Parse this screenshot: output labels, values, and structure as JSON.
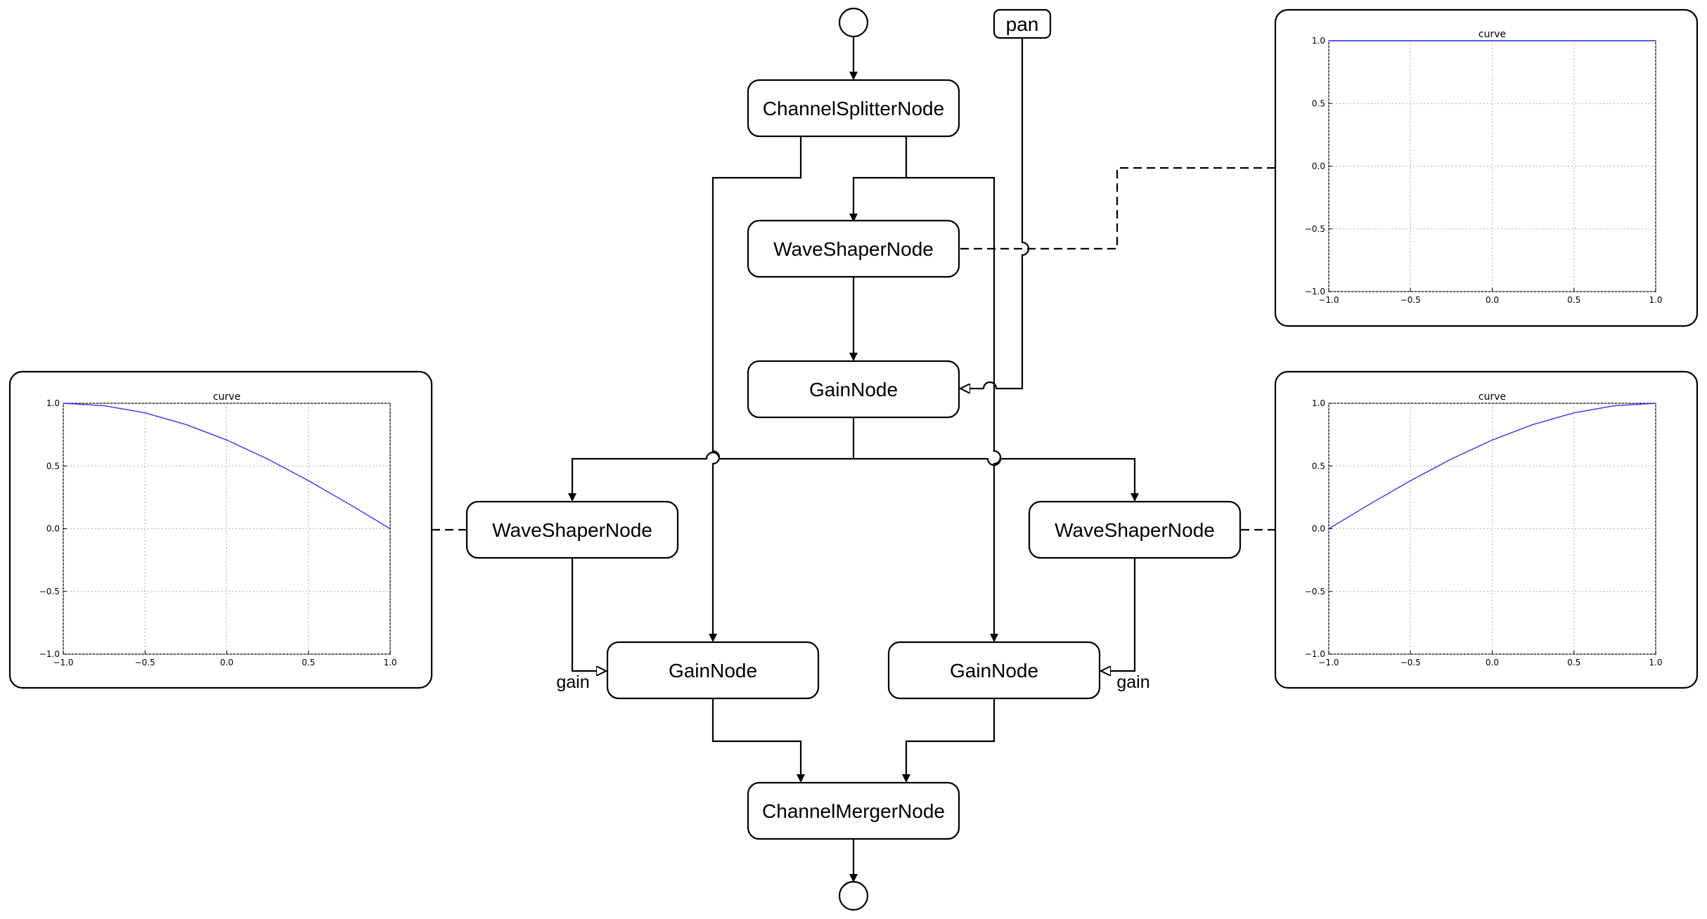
{
  "diagram": {
    "nodes": {
      "splitter": "ChannelSplitterNode",
      "shaper_top": "WaveShaperNode",
      "gain_top": "GainNode",
      "shaper_left": "WaveShaperNode",
      "shaper_right": "WaveShaperNode",
      "gain_left": "GainNode",
      "gain_right": "GainNode",
      "merger": "ChannelMergerNode",
      "pan": "pan"
    },
    "edge_labels": {
      "gain_left": "gain",
      "gain_right": "gain"
    }
  },
  "chart_data": [
    {
      "type": "line",
      "title": "curve",
      "xlim": [
        -1.0,
        1.0
      ],
      "ylim": [
        -1.0,
        1.0
      ],
      "xticks": [
        "−1.0",
        "−0.5",
        "0.0",
        "0.5",
        "1.0"
      ],
      "yticks": [
        "1.0",
        "0.5",
        "0.0",
        "−0.5",
        "−1.0"
      ],
      "grid": true,
      "color": "#3333ff",
      "series": [
        {
          "x": [
            -1.0,
            -0.5,
            0.0,
            0.5,
            1.0
          ],
          "y": [
            1.0,
            1.0,
            1.0,
            1.0,
            1.0
          ]
        }
      ]
    },
    {
      "type": "line",
      "title": "curve",
      "xlim": [
        -1.0,
        1.0
      ],
      "ylim": [
        -1.0,
        1.0
      ],
      "xticks": [
        "−1.0",
        "−0.5",
        "0.0",
        "0.5",
        "1.0"
      ],
      "yticks": [
        "1.0",
        "0.5",
        "0.0",
        "−0.5",
        "−1.0"
      ],
      "grid": true,
      "color": "#3333ff",
      "series": [
        {
          "x": [
            -1.0,
            -0.75,
            -0.5,
            -0.25,
            0.0,
            0.25,
            0.5,
            0.75,
            1.0
          ],
          "y": [
            1.0,
            0.981,
            0.924,
            0.831,
            0.707,
            0.556,
            0.383,
            0.195,
            0.0
          ]
        }
      ]
    },
    {
      "type": "line",
      "title": "curve",
      "xlim": [
        -1.0,
        1.0
      ],
      "ylim": [
        -1.0,
        1.0
      ],
      "xticks": [
        "−1.0",
        "−0.5",
        "0.0",
        "0.5",
        "1.0"
      ],
      "yticks": [
        "1.0",
        "0.5",
        "0.0",
        "−0.5",
        "−1.0"
      ],
      "grid": true,
      "color": "#3333ff",
      "series": [
        {
          "x": [
            -1.0,
            -0.75,
            -0.5,
            -0.25,
            0.0,
            0.25,
            0.5,
            0.75,
            1.0
          ],
          "y": [
            0.0,
            0.195,
            0.383,
            0.556,
            0.707,
            0.831,
            0.924,
            0.981,
            1.0
          ]
        }
      ]
    }
  ]
}
